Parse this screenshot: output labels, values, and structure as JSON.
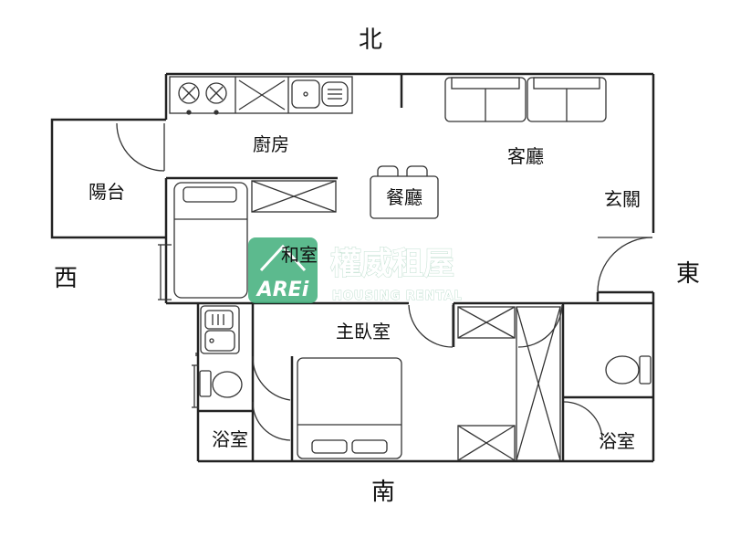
{
  "compass": {
    "north": "北",
    "south": "南",
    "east": "東",
    "west": "西"
  },
  "rooms": {
    "kitchen": "廚房",
    "living_room": "客廳",
    "balcony": "陽台",
    "dining": "餐廳",
    "entrance": "玄關",
    "japanese_room": "和室",
    "master_bedroom": "主臥室",
    "bathroom_left": "浴室",
    "bathroom_right": "浴室"
  },
  "watermark": {
    "brand": "權威租屋",
    "subtitle": "HOUSING RENTAL",
    "logo_text": "AREi",
    "color": "#3fae7a"
  }
}
